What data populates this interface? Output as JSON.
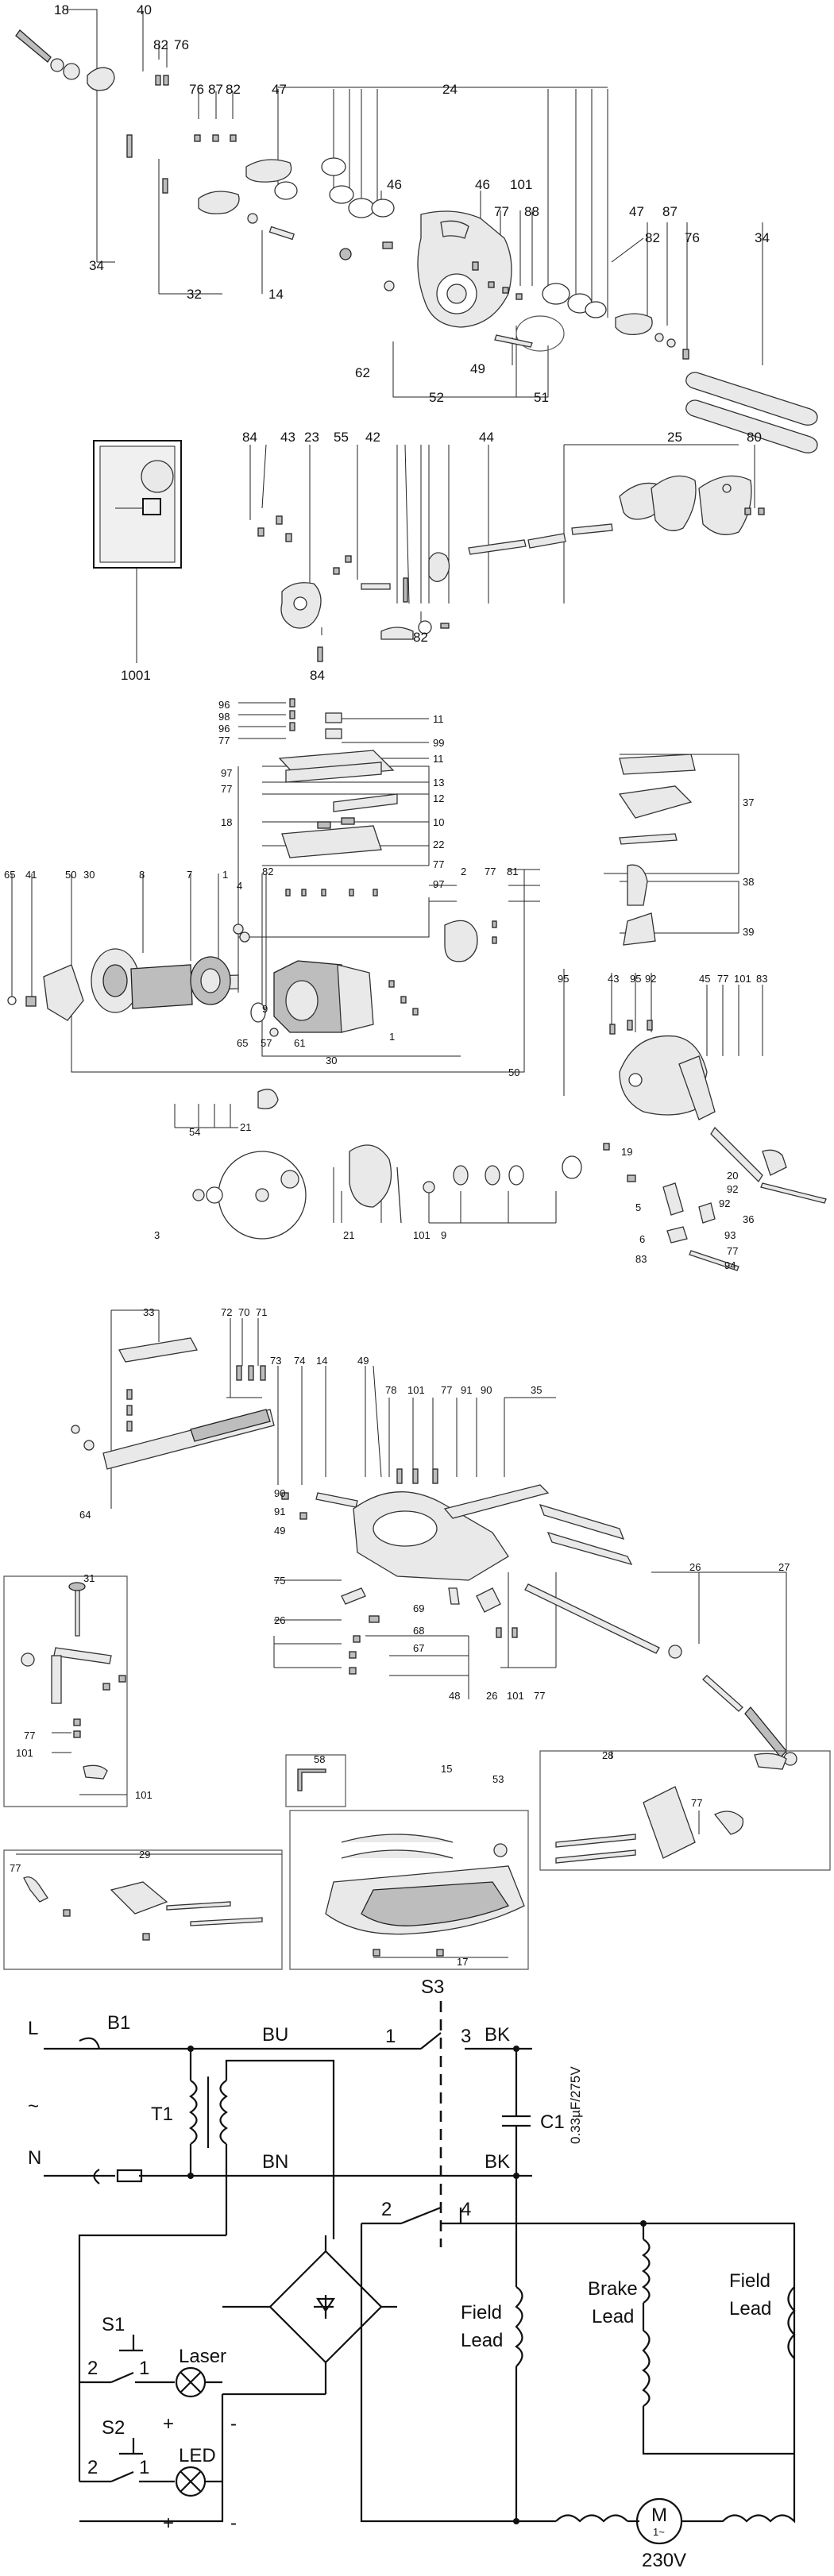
{
  "diagram": {
    "blocks": [
      {
        "name": "block-top",
        "labels": [
          "18",
          "40",
          "82",
          "76",
          "76",
          "87",
          "82",
          "47",
          "24",
          "46",
          "34",
          "32",
          "14",
          "62",
          "46",
          "77",
          "101",
          "88",
          "47",
          "87",
          "82",
          "76",
          "34",
          "49",
          "52",
          "51"
        ]
      },
      {
        "name": "block-2",
        "labels": [
          "1001",
          "84",
          "43",
          "23",
          "55",
          "42",
          "44",
          "25",
          "80",
          "84",
          "82"
        ]
      },
      {
        "name": "block-3",
        "labels": [
          "96",
          "98",
          "96",
          "77",
          "11",
          "99",
          "11",
          "97",
          "77",
          "13",
          "12",
          "18",
          "10",
          "22",
          "77",
          "97",
          "82",
          "2",
          "77",
          "81",
          "65",
          "41",
          "50",
          "30",
          "8",
          "7",
          "1",
          "4",
          "9",
          "65",
          "57",
          "61",
          "30",
          "1",
          "50",
          "37",
          "38",
          "39",
          "95",
          "43",
          "95",
          "92",
          "45",
          "77",
          "101",
          "83",
          "54",
          "21",
          "3",
          "21",
          "101",
          "9",
          "19",
          "20",
          "92",
          "5",
          "36",
          "92",
          "93",
          "6",
          "77",
          "83",
          "94"
        ]
      },
      {
        "name": "block-4",
        "labels": [
          "33",
          "72",
          "70",
          "71",
          "73",
          "74",
          "14",
          "49",
          "78",
          "101",
          "77",
          "91",
          "90",
          "35",
          "64",
          "90",
          "91",
          "49",
          "75",
          "26",
          "69",
          "68",
          "67",
          "48",
          "26",
          "101",
          "77",
          "26",
          "27"
        ]
      },
      {
        "name": "block-5",
        "labels": [
          "31",
          "77",
          "101",
          "101",
          "58",
          "15",
          "53",
          "28",
          "77",
          "29",
          "77",
          "17"
        ]
      }
    ],
    "wiring": {
      "line_L": "L",
      "line_N": "N",
      "fuse": "B1",
      "transformer": "T1",
      "wire_BU": "BU",
      "wire_BN": "BN",
      "wire_BK_top": "BK",
      "wire_BK_bottom": "BK",
      "switch_main": "S3",
      "switch_main_t1": "1",
      "switch_main_t3": "3",
      "switch_main_t2": "2",
      "switch_main_t4": "4",
      "capacitor": "C1",
      "capacitor_value": "0.33µF/275V",
      "coil_1": [
        "Field",
        "Lead"
      ],
      "coil_2": [
        "Brake",
        "Lead"
      ],
      "coil_3": [
        "Field",
        "Lead"
      ],
      "motor_symbol": "M",
      "motor_ac": "1~",
      "voltage": "230V",
      "switch_laser": "S1",
      "switch_led": "S2",
      "laser": "Laser",
      "led": "LED",
      "s1_t2": "2",
      "s1_t1": "1",
      "s2_t2": "2",
      "s2_t1": "1",
      "plus_1": "+",
      "minus_1": "-",
      "plus_2": "+",
      "minus_2": "-",
      "tilde": "~"
    }
  }
}
